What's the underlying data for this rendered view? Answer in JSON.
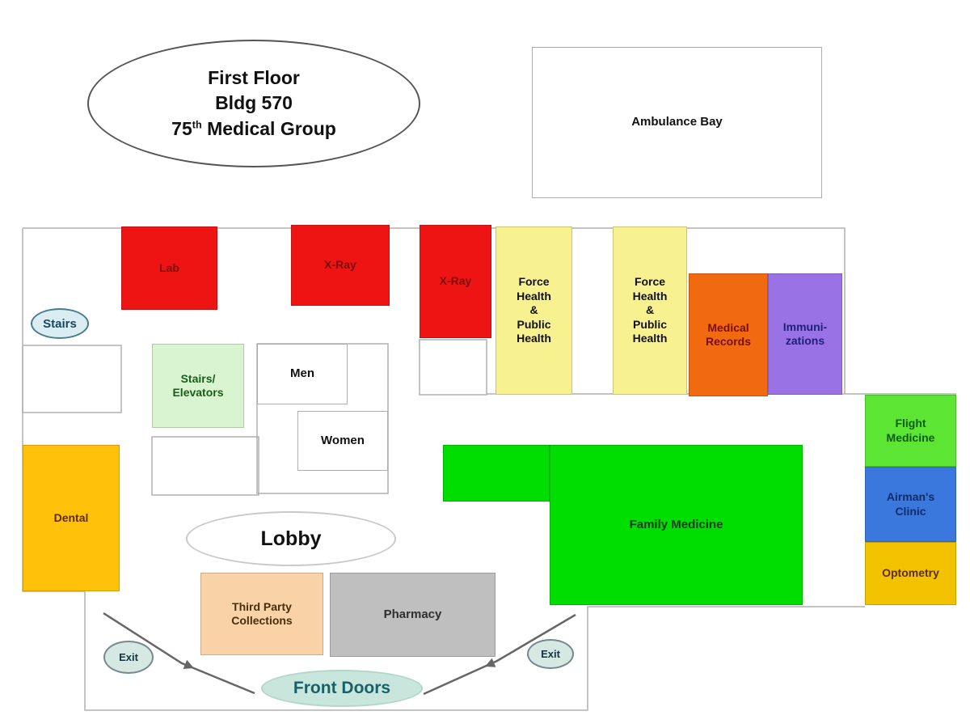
{
  "diagram": {
    "title": {
      "line1": "First Floor",
      "line2": "Bldg 570",
      "line3_num": "75",
      "line3_sup": "th",
      "line3_rest": " Medical Group"
    },
    "areas": {
      "ambulance_bay": {
        "label": "Ambulance Bay",
        "bg": "#FFFFFF",
        "fg": "#111111"
      },
      "lab": {
        "label": "Lab",
        "bg": "#EE1414",
        "fg": "#7A0E0E"
      },
      "xray_1": {
        "label": "X-Ray",
        "bg": "#EE1414",
        "fg": "#7A0E0E"
      },
      "xray_2": {
        "label": "X-Ray",
        "bg": "#EE1414",
        "fg": "#7A0E0E"
      },
      "force_health_1": {
        "lines": [
          "Force",
          "Health",
          "&",
          "Public",
          "Health"
        ],
        "bg": "#F7F18F",
        "fg": "#111111"
      },
      "force_health_2": {
        "lines": [
          "Force",
          "Health",
          "&",
          "Public",
          "Health"
        ],
        "bg": "#F7F18F",
        "fg": "#111111"
      },
      "medical_records": {
        "lines": [
          "Medical",
          "Records"
        ],
        "bg": "#F26A10",
        "fg": "#7A0E0E"
      },
      "immunizations": {
        "lines": [
          "Immuni-",
          "zations"
        ],
        "bg": "#9973E6",
        "fg": "#1F1F7A"
      },
      "flight_medicine": {
        "lines": [
          "Flight",
          "Medicine"
        ],
        "bg": "#5CE633",
        "fg": "#0B5C0B"
      },
      "airmans_clinic": {
        "lines": [
          "Airman's",
          "Clinic"
        ],
        "bg": "#3B78DE",
        "fg": "#0D2D6B"
      },
      "optometry": {
        "label": "Optometry",
        "bg": "#F2C200",
        "fg": "#5C2E00"
      },
      "dental": {
        "label": "Dental",
        "bg": "#FFC10A",
        "fg": "#5C2E00"
      },
      "stairs_elevators": {
        "lines": [
          "Stairs/",
          "Elevators"
        ],
        "bg": "#D8F5D0",
        "fg": "#1C5C1C"
      },
      "men": {
        "label": "Men",
        "bg": "#FFFFFF",
        "fg": "#111111"
      },
      "women": {
        "label": "Women",
        "bg": "#FFFFFF",
        "fg": "#111111"
      },
      "family_medicine": {
        "label": "Family Medicine",
        "bg": "#00DD00",
        "fg": "#063F06"
      },
      "third_party_collections": {
        "lines": [
          "Third Party",
          "Collections"
        ],
        "bg": "#FAD2A8",
        "fg": "#4A2E0A"
      },
      "pharmacy": {
        "label": "Pharmacy",
        "bg": "#BFBFBF",
        "fg": "#2E2E2E"
      }
    },
    "markers": {
      "stairs": {
        "label": "Stairs",
        "bg": "#D9EDF2",
        "fg": "#17485C"
      },
      "lobby": {
        "label": "Lobby",
        "bg": "#FFFFFF",
        "fg": "#111111"
      },
      "exit_left": {
        "label": "Exit",
        "bg": "#D5E8E2",
        "fg": "#17333D"
      },
      "exit_right": {
        "label": "Exit",
        "bg": "#D5E8E2",
        "fg": "#17333D"
      },
      "front_doors": {
        "label": "Front Doors",
        "bg": "#C8E6DC",
        "fg": "#17616B"
      }
    },
    "wall_color": "#B0B0B0",
    "arrow_color": "#666666"
  }
}
